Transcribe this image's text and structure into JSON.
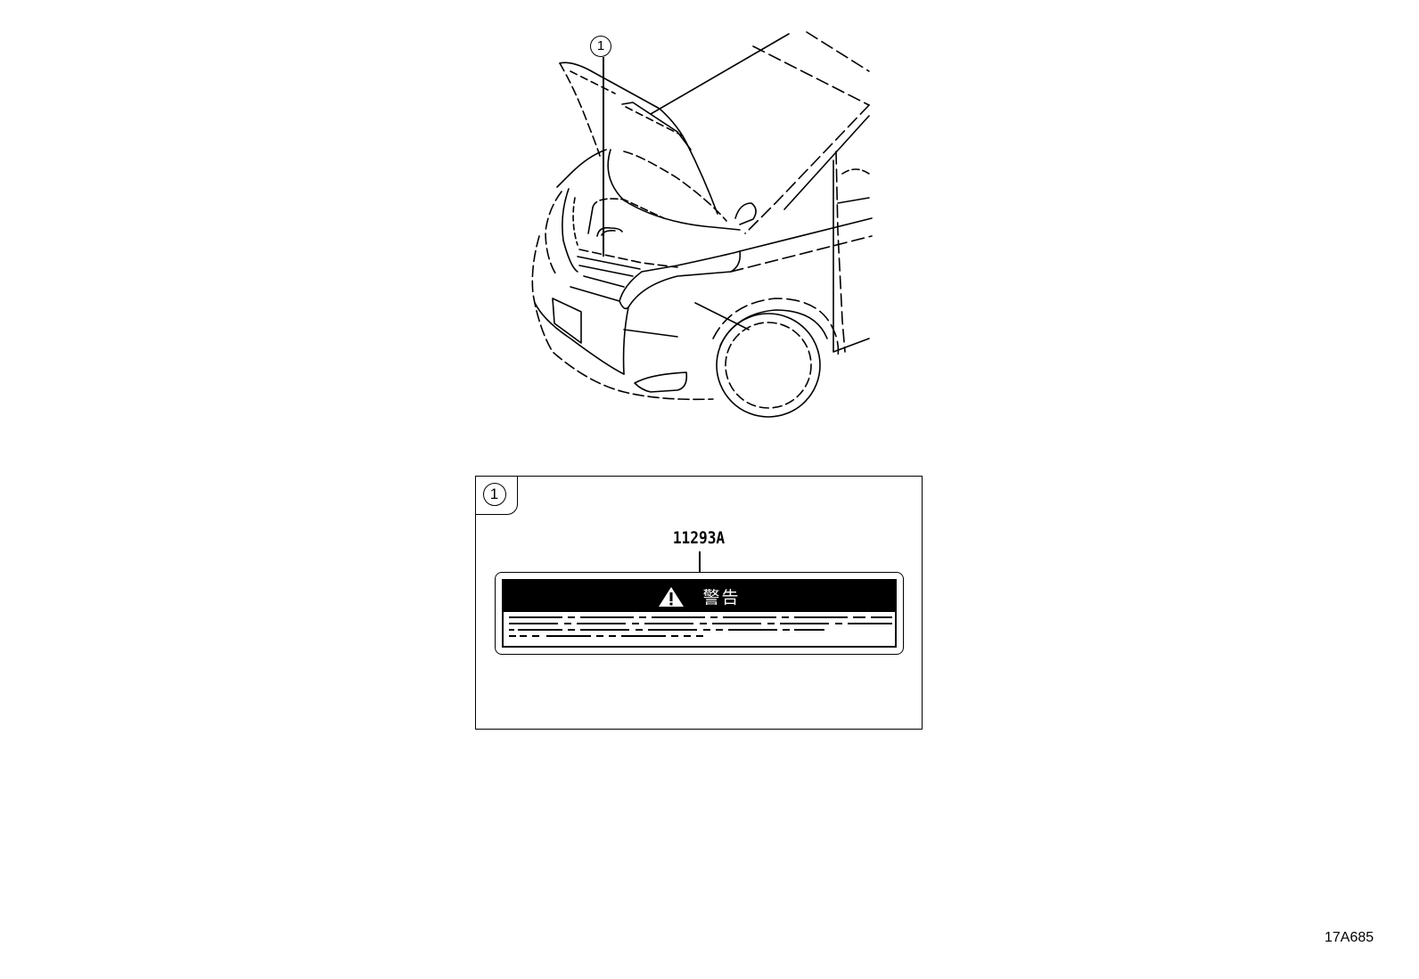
{
  "illustration": {
    "subject": "vehicle front with hood open",
    "callout": {
      "number": "1"
    }
  },
  "detail_view": {
    "ref_number": "1",
    "part_number": "11293A",
    "label": {
      "icon": "warning-triangle-icon",
      "title": "警告",
      "header_bg": "#000000",
      "header_fg": "#ffffff"
    }
  },
  "footer": {
    "diagram_code": "17A685"
  }
}
